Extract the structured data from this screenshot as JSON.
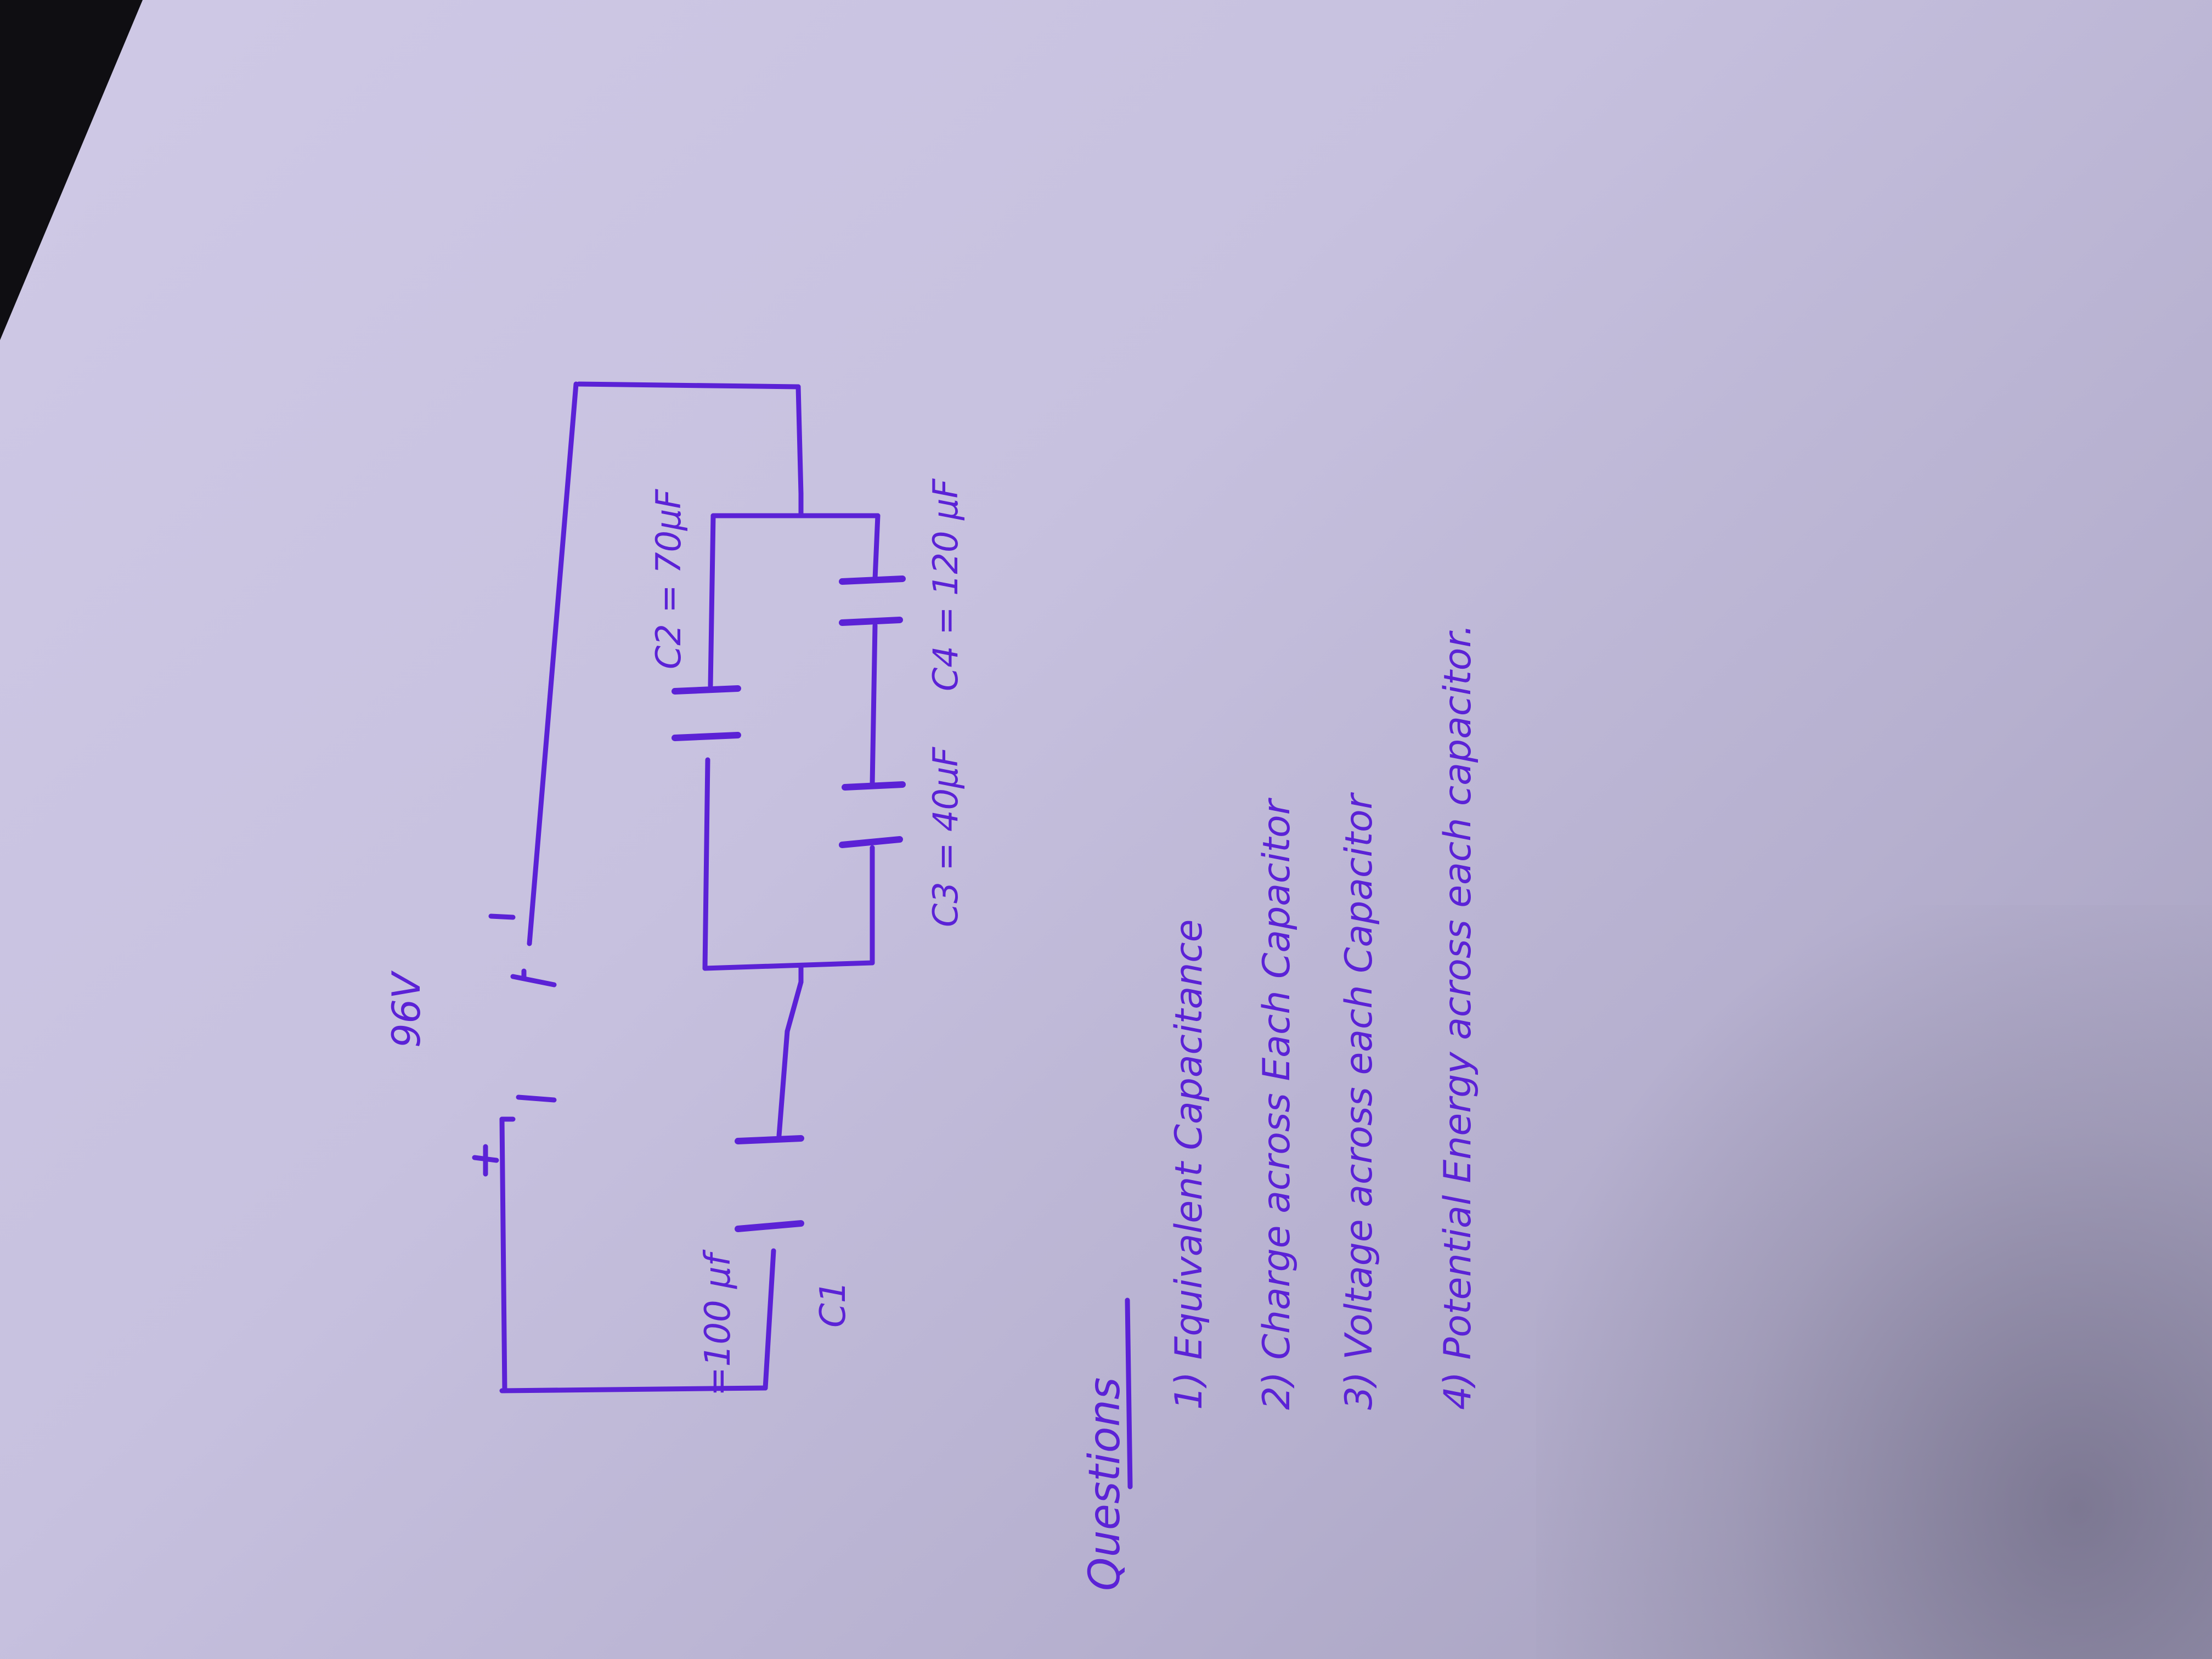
{
  "circuit": {
    "battery": {
      "voltage_label": "96V",
      "plus_label": "+",
      "minus_label": "-"
    },
    "capacitors": {
      "c1_value_label": "=100 μf",
      "c1_name_label": "C1",
      "c2_label": "C2 = 70μF",
      "c3_label": "C3 = 40μF",
      "c4_label": "C4 = 120 μF"
    }
  },
  "questions": {
    "heading": "Questions",
    "items": [
      "1) Equivalent Capacitance",
      "2) Charge across Each Capacitor",
      "3) Voltage across each Capacitor",
      "4) Potential Energy across each capacitor."
    ]
  },
  "colors": {
    "ink": "#5b22d6",
    "paper": "#cfc9e6",
    "background": "#111014"
  }
}
